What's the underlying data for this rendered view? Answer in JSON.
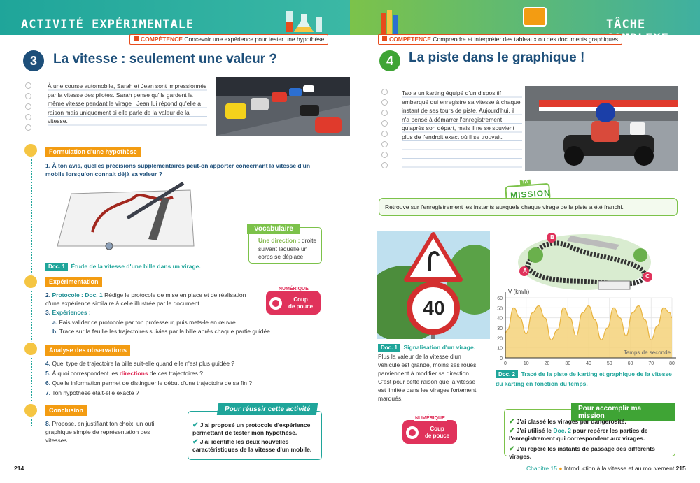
{
  "left": {
    "banner": "ACTIVITÉ EXPÉRIMENTALE",
    "competence_label": "COMPÉTENCE",
    "competence_text": "Concevoir une expérience pour tester une hypothèse",
    "number": "3",
    "title": "La vitesse : seulement une valeur ?",
    "intro": "À une course automobile, Sarah et Jean sont impressionnés par la vitesse des pilotes. Sarah pense qu'ils gardent la même vitesse pendant le virage ; Jean lui répond qu'elle a raison mais uniquement si elle parle de la valeur de la vitesse.",
    "section1": "Formulation d'une hypothèse",
    "q1_num": "1.",
    "q1": "À ton avis, quelles précisions supplémentaires peut-on apporter concernant la vitesse d'un mobile lorsqu'on connait déjà sa valeur ?",
    "vocab_title": "Vocabulaire",
    "vocab_term": "Une direction :",
    "vocab_def": "droite suivant laquelle un corps se déplace.",
    "doc1_badge": "Doc. 1",
    "doc1_caption": "Étude de la vitesse d'une bille dans un virage.",
    "section2": "Expérimentation",
    "q2_num": "2.",
    "q2_pre": "Protocole :",
    "q2_ref": "Doc. 1",
    "q2": "Rédige le protocole de mise en place et de réalisation d'une expérience similaire à celle illustrée par le document.",
    "q3_num": "3.",
    "q3": "Expériences :",
    "q3a_num": "a.",
    "q3a": "Fais valider ce protocole par ton professeur, puis mets-le en œuvre.",
    "q3b_num": "b.",
    "q3b": "Trace sur la feuille les trajectoires suivies par la bille après chaque partie guidée.",
    "numerique": "NUMÉRIQUE",
    "coup": "Coup",
    "de_pouce": "de pouce",
    "section3": "Analyse des observations",
    "q4_num": "4.",
    "q4": "Quel type de trajectoire la bille suit-elle quand elle n'est plus guidée ?",
    "q5_num": "5.",
    "q5_pre": "À quoi correspondent les",
    "q5_word": "directions",
    "q5_post": "de ces trajectoires ?",
    "q6_num": "6.",
    "q6": "Quelle information permet de distinguer le début d'une trajectoire de sa fin ?",
    "q7_num": "7.",
    "q7": "Ton hypothèse était-elle exacte ?",
    "section4": "Conclusion",
    "q8_num": "8.",
    "q8": "Propose, en justifiant ton choix, un outil graphique simple de représentation des vitesses.",
    "success_title": "Pour réussir cette activité",
    "success1": "J'ai proposé un protocole d'expérience permettant de tester mon hypothèse.",
    "success2": "J'ai identifié les deux nouvelles caractéristiques de la vitesse d'un mobile.",
    "page": "214"
  },
  "right": {
    "banner": "TÂCHE COMPLEXE",
    "competence_label": "COMPÉTENCE",
    "competence_text": "Comprendre et interpréter des tableaux ou des documents graphiques",
    "number": "4",
    "title": "La piste dans le graphique !",
    "intro": "Tao a un karting équipé d'un dispositif embarqué qui enregistre sa vitesse à chaque instant de ses tours de piste. Aujourd'hui, il n'a pensé à démarrer l'enregistrement qu'après son départ, mais il ne se souvient plus de l'endroit exact où il se trouvait.",
    "mission_ta": "TA",
    "mission_word": "MISSION",
    "mission_text": "Retrouve sur l'enregistrement les instants auxquels chaque virage de la piste a été franchi.",
    "sign_value": "40",
    "doc1_badge": "Doc. 1",
    "doc1_caption": "Signalisation d'un virage.",
    "doc1_text": "Plus la valeur de la vitesse d'un véhicule est grande, moins ses roues parviennent à modifier sa direction. C'est pour cette raison que la vitesse est limitée dans les virages fortement marqués.",
    "track_a": "A",
    "track_b": "B",
    "track_c": "C",
    "doc2_badge": "Doc. 2",
    "doc2_caption": "Tracé de la piste de karting et graphique de la vitesse du karting en fonction du temps.",
    "numerique": "NUMÉRIQUE",
    "coup": "Coup",
    "de_pouce": "de pouce",
    "accomplish_title": "Pour accomplir ma mission",
    "acc1": "J'ai classé les virages par dangerosité.",
    "acc2_pre": "J'ai utilisé le",
    "acc2_ref": "Doc. 2",
    "acc2_post": "pour repérer les parties de l'enregistrement qui correspondent aux virages.",
    "acc3": "J'ai repéré les instants de passage des différents virages.",
    "chapter": "Chapitre 15",
    "chapter_title": "Introduction à la vitesse et au mouvement",
    "page": "215"
  },
  "chart_data": {
    "type": "area",
    "title": "",
    "xlabel": "Temps de seconde",
    "ylabel": "V (km/h)",
    "xlim": [
      0,
      80
    ],
    "ylim": [
      0,
      60
    ],
    "xticks": [
      0,
      10,
      20,
      30,
      40,
      50,
      60,
      70,
      80
    ],
    "yticks": [
      0,
      10,
      20,
      30,
      40,
      50,
      60
    ],
    "grid": true,
    "color": "#f5d27a",
    "x": [
      0,
      1,
      4,
      7,
      10,
      13,
      16,
      19,
      22,
      25,
      28,
      31,
      34,
      37,
      40,
      43,
      46,
      49,
      52,
      55,
      58,
      61,
      64,
      67,
      70,
      73,
      76,
      79,
      80
    ],
    "y": [
      25,
      28,
      50,
      40,
      24,
      45,
      52,
      40,
      18,
      28,
      50,
      40,
      22,
      45,
      52,
      38,
      18,
      30,
      50,
      40,
      22,
      45,
      52,
      38,
      18,
      32,
      50,
      45,
      40
    ]
  }
}
